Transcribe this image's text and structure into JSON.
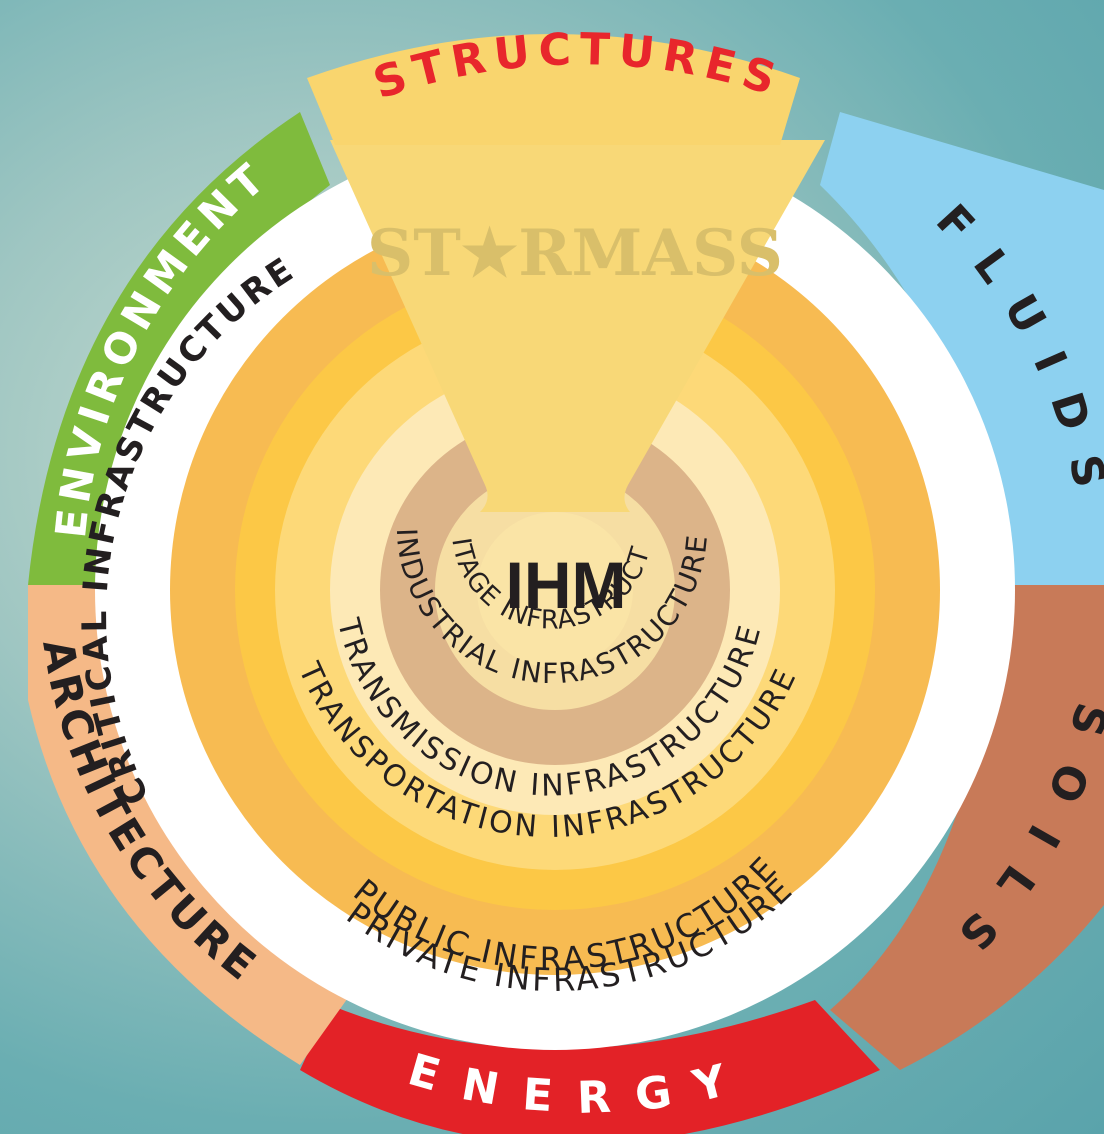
{
  "center_label": "IHM",
  "logo_text": "ST★RMASS",
  "outer_segments": [
    {
      "id": "structures",
      "label": "STRUCTURES",
      "fill": "#f9d56e",
      "text_color": "#e8262c"
    },
    {
      "id": "fluids",
      "label": "FLUIDS",
      "fill": "#8dd1f0",
      "text_color": "#231f20"
    },
    {
      "id": "soils",
      "label": "SOILS",
      "fill": "#c87a58",
      "text_color": "#231f20"
    },
    {
      "id": "energy",
      "label": "ENERGY",
      "fill": "#e32227",
      "text_color": "#ffffff"
    },
    {
      "id": "architecture",
      "label": "ARCHITECTURE",
      "fill": "#f5b987",
      "text_color": "#231f20"
    },
    {
      "id": "environment",
      "label": "ENVIRONMENT",
      "fill": "#7fbb3d",
      "text_color": "#ffffff"
    }
  ],
  "critical_label": "CRITICAL INFRASTRUCTURE",
  "rings": [
    {
      "id": "private",
      "label": "PRIVATE INFRASTRUCTURE",
      "fill": "#f7bb52"
    },
    {
      "id": "public",
      "label": "PUBLIC INFRASTRUCTURE",
      "fill": "#fcc846"
    },
    {
      "id": "transportation",
      "label": "TRANSPORTATION INFRASTRUCTURE",
      "fill": "#fdd978"
    },
    {
      "id": "transmission",
      "label": "TRANSMISSION INFRASTRUCTURE",
      "fill": "#fde9b6"
    },
    {
      "id": "industrial",
      "label": "INDUSTRIAL INFRASTRUCTURE",
      "fill": "#dcb489"
    },
    {
      "id": "heritage",
      "label": "HERITAGE INFRASTRUCTURE",
      "fill": "#f6dea3"
    }
  ],
  "colors": {
    "white_band": "#ffffff",
    "wedge": "#f8d877",
    "center_fill": "#fae4a6",
    "logo": "#d9bf6a",
    "ring_text": "#231f20"
  }
}
